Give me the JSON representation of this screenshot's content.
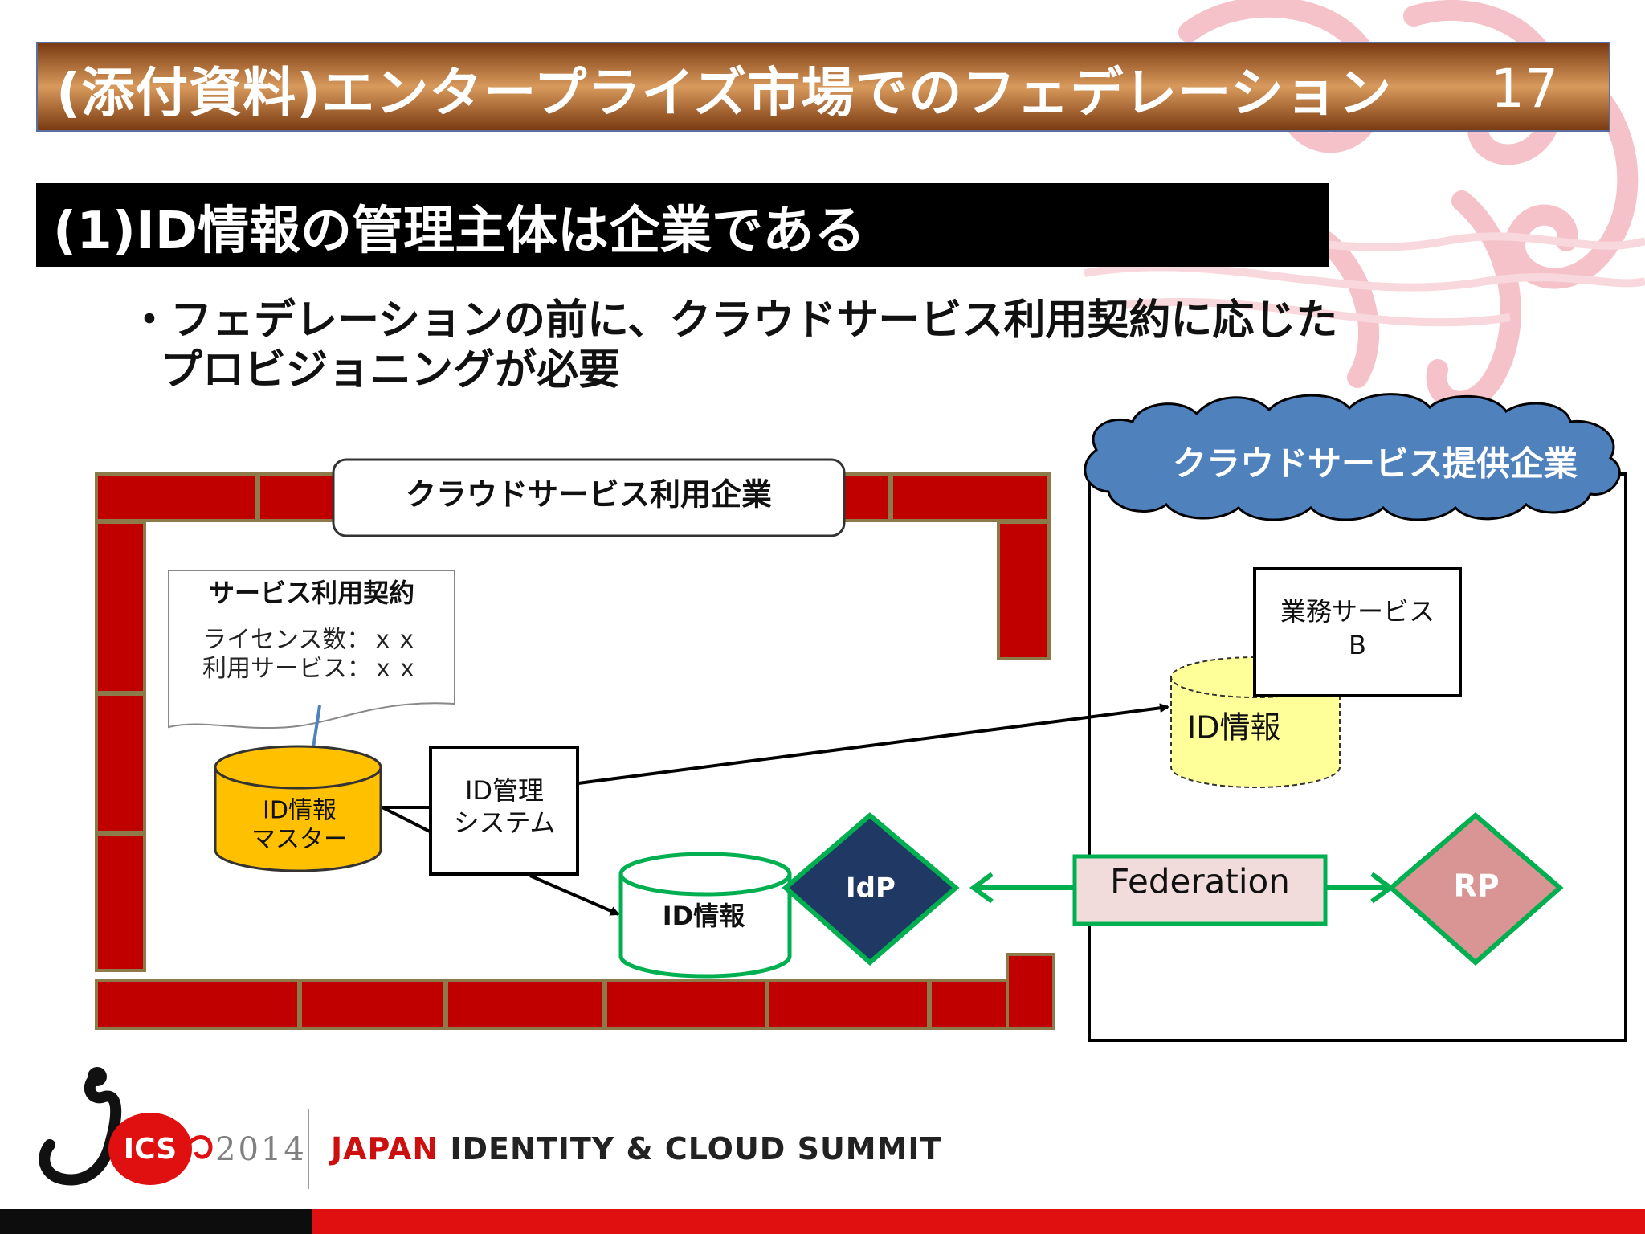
{
  "slide": {
    "title": "(添付資料)エンタープライズ市場でのフェデレーション",
    "page_number": "17",
    "heading": "(1)ID情報の管理主体は企業である",
    "bullet_line1": "・フェデレーションの前に、クラウドサービス利用契約に応じた",
    "bullet_line2": "プロビジョニングが必要"
  },
  "diagram": {
    "enterprise_label": "クラウドサービス利用企業",
    "contract_title": "サービス利用契約",
    "contract_line1": "ライセンス数：ｘｘ",
    "contract_line2": "利用サービス：ｘｘ",
    "master_db_line1": "ID情報",
    "master_db_line2": "マスター",
    "idm_line1": "ID管理",
    "idm_line2": "システム",
    "local_db": "ID情報",
    "idp": "IdP",
    "provider_label": "クラウドサービス提供企業",
    "service_line1": "業務サービス",
    "service_line2": "B",
    "provider_db": "ID情報",
    "federation": "Federation",
    "rp": "RP"
  },
  "footer": {
    "logo_letters": "ICS",
    "year": "2014",
    "summit_japan": "JAPAN",
    "summit_rest": "IDENTITY & CLOUD SUMMIT"
  },
  "colors": {
    "brick": "#c00000",
    "master_db": "#ffc000",
    "provider_db": "#ffff99",
    "idp": "#1f3864",
    "rp": "#d99594",
    "federation_fill": "#f2dcdb",
    "green": "#00b050",
    "cloud": "#4f81bd"
  }
}
